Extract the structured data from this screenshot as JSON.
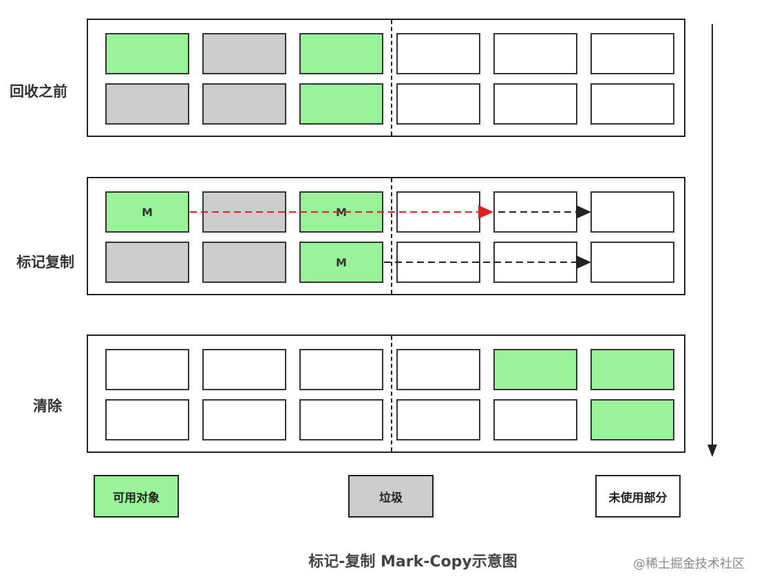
{
  "stages": [
    {
      "label": "回收之前",
      "cells": [
        [
          "live",
          "garbage",
          "live",
          "free",
          "free",
          "free"
        ],
        [
          "garbage",
          "garbage",
          "live",
          "free",
          "free",
          "free"
        ]
      ],
      "marks": [
        [
          "",
          "",
          "",
          "",
          "",
          ""
        ],
        [
          "",
          "",
          "",
          "",
          "",
          ""
        ]
      ]
    },
    {
      "label": "标记复制",
      "cells": [
        [
          "live",
          "garbage",
          "live",
          "free",
          "free",
          "free"
        ],
        [
          "garbage",
          "garbage",
          "live",
          "free",
          "free",
          "free"
        ]
      ],
      "marks": [
        [
          "M",
          "",
          "M",
          "",
          "",
          ""
        ],
        [
          "",
          "",
          "M",
          "",
          "",
          ""
        ]
      ]
    },
    {
      "label": "清除",
      "cells": [
        [
          "free",
          "free",
          "free",
          "free",
          "live",
          "live"
        ],
        [
          "free",
          "free",
          "free",
          "free",
          "free",
          "live"
        ]
      ],
      "marks": [
        [
          "",
          "",
          "",
          "",
          "",
          ""
        ],
        [
          "",
          "",
          "",
          "",
          "",
          ""
        ]
      ]
    }
  ],
  "legend": {
    "live": "可用对象",
    "garbage": "垃圾",
    "free": "未使用部分"
  },
  "caption": "标记-复制 Mark-Copy示意图",
  "watermark": "@稀土掘金技术社区",
  "colors": {
    "live": "#99f399",
    "garbage": "#cccccc",
    "free": "#ffffff",
    "copy_arrow_primary": "#e02020",
    "copy_arrow_secondary": "#222222"
  }
}
